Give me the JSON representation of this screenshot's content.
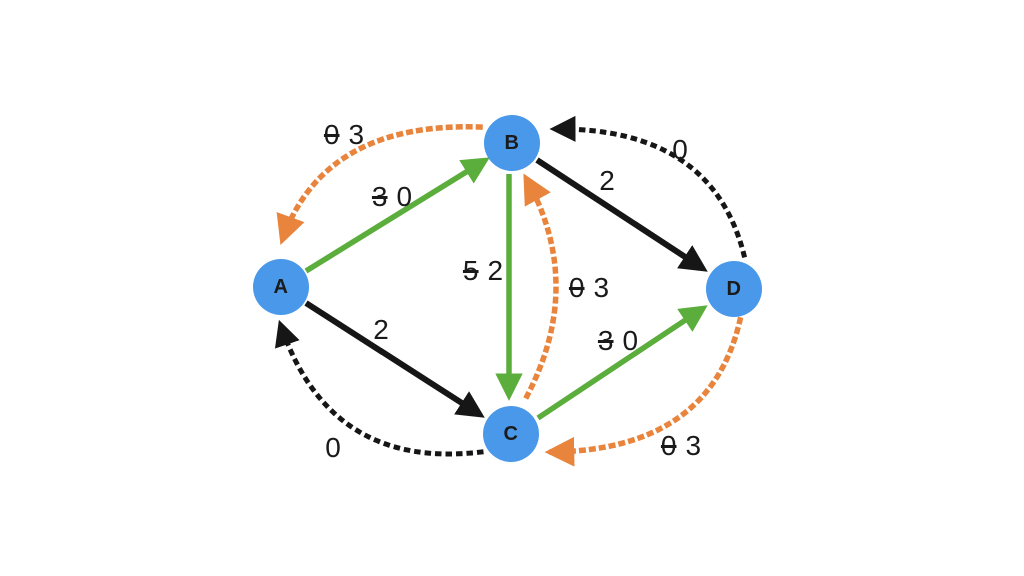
{
  "diagram_type": "directed-graph flow network with updated capacities (augmenting path update)",
  "nodes": [
    {
      "id": "A",
      "label": "A"
    },
    {
      "id": "B",
      "label": "B"
    },
    {
      "id": "C",
      "label": "C"
    },
    {
      "id": "D",
      "label": "D"
    }
  ],
  "edges": [
    {
      "id": "A-B",
      "from": "A",
      "to": "B",
      "style": "solid",
      "color": "green",
      "label_old": "3",
      "label_new": "0"
    },
    {
      "id": "B-C",
      "from": "B",
      "to": "C",
      "style": "solid",
      "color": "green",
      "label_old": "5",
      "label_new": "2"
    },
    {
      "id": "C-D",
      "from": "C",
      "to": "D",
      "style": "solid",
      "color": "green",
      "label_old": "3",
      "label_new": "0"
    },
    {
      "id": "B-D",
      "from": "B",
      "to": "D",
      "style": "solid",
      "color": "black",
      "label": "2"
    },
    {
      "id": "A-C",
      "from": "A",
      "to": "C",
      "style": "solid",
      "color": "black",
      "label": "2"
    },
    {
      "id": "D-B",
      "from": "D",
      "to": "B",
      "style": "dotted",
      "color": "black",
      "label": "0"
    },
    {
      "id": "C-A",
      "from": "C",
      "to": "A",
      "style": "dotted",
      "color": "black",
      "label": "0"
    },
    {
      "id": "B-A",
      "from": "B",
      "to": "A",
      "style": "dotted",
      "color": "orange",
      "label_old": "0",
      "label_new": "3"
    },
    {
      "id": "C-B",
      "from": "C",
      "to": "B",
      "style": "dotted",
      "color": "orange",
      "label_old": "0",
      "label_new": "3"
    },
    {
      "id": "D-C",
      "from": "D",
      "to": "C",
      "style": "dotted",
      "color": "orange",
      "label_old": "0",
      "label_new": "3"
    }
  ],
  "colors": {
    "node_fill": "#4a98ea",
    "node_text": "#1b1b1b",
    "flow_green": "#5bad3c",
    "residual_orange": "#e8843c",
    "edge_black": "#161616",
    "background": "#ffffff"
  }
}
